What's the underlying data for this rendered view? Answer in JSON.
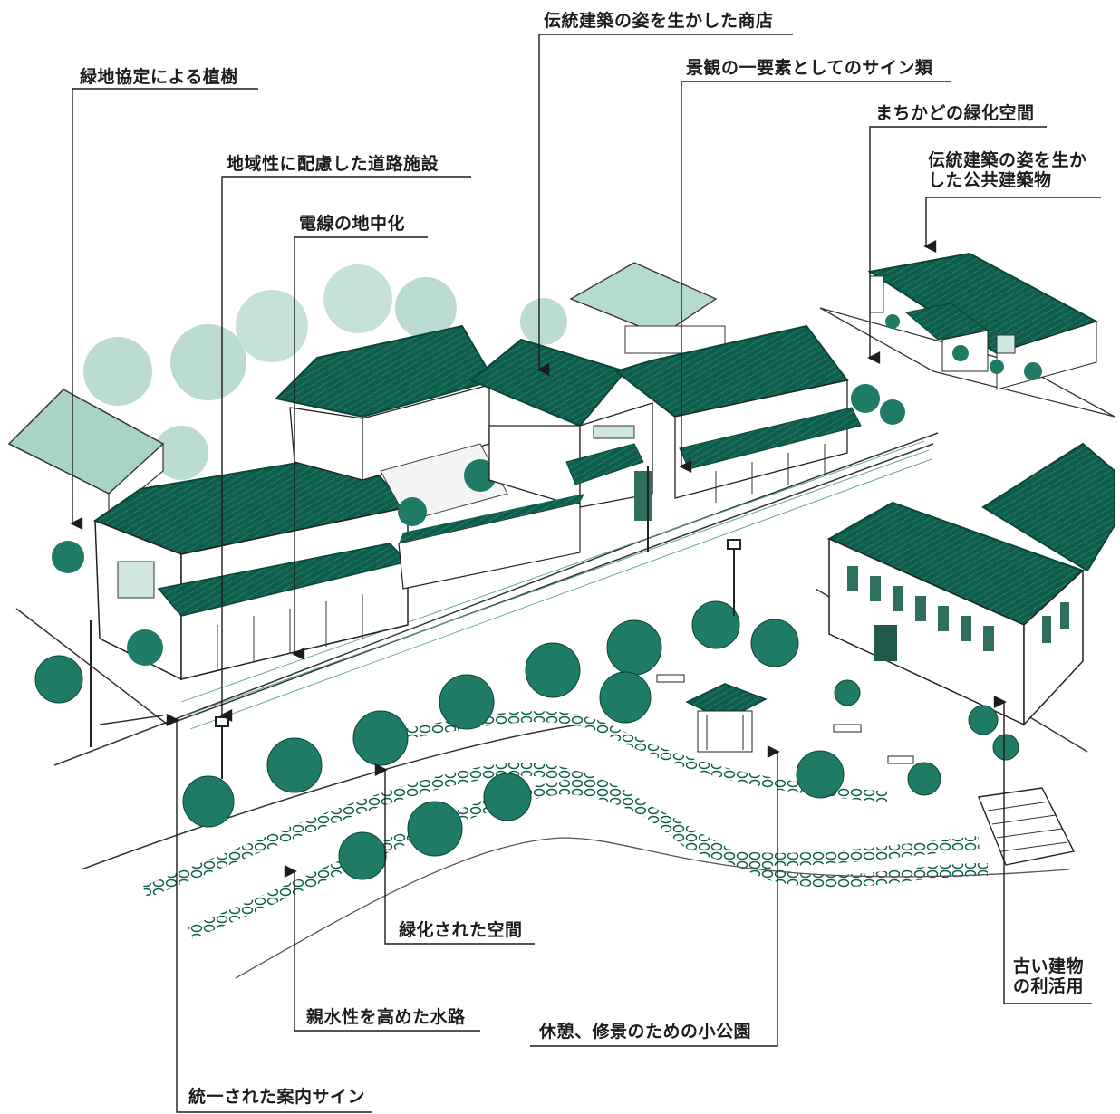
{
  "labels": {
    "ryokuchi_kyotei": "緑地協定による植樹",
    "dento_shoten": "伝統建築の姿を生かした商店",
    "sign_rui": "景観の一要素としてのサイン類",
    "machikado": "まちかどの緑化空間",
    "kokyo_line1": "伝統建築の姿を生か",
    "kokyo_line2": "した公共建築物",
    "doro_shisetsu": "地域性に配慮した道路施設",
    "densen": "電線の地中化",
    "ryokka_kukan": "緑化された空間",
    "shinsui": "親水性を高めた水路",
    "kyukei": "休憩、修景のための小公園",
    "furui_line1": "古い建物",
    "furui_line2": "の利活用",
    "annai_sign": "統一された案内サイン"
  },
  "colors": {
    "roof": "#0f5d4c",
    "roof_dark": "#0a4538",
    "foliage": "#1f7a66",
    "pale": "#8fc3b4",
    "line": "#1c1c1c"
  }
}
